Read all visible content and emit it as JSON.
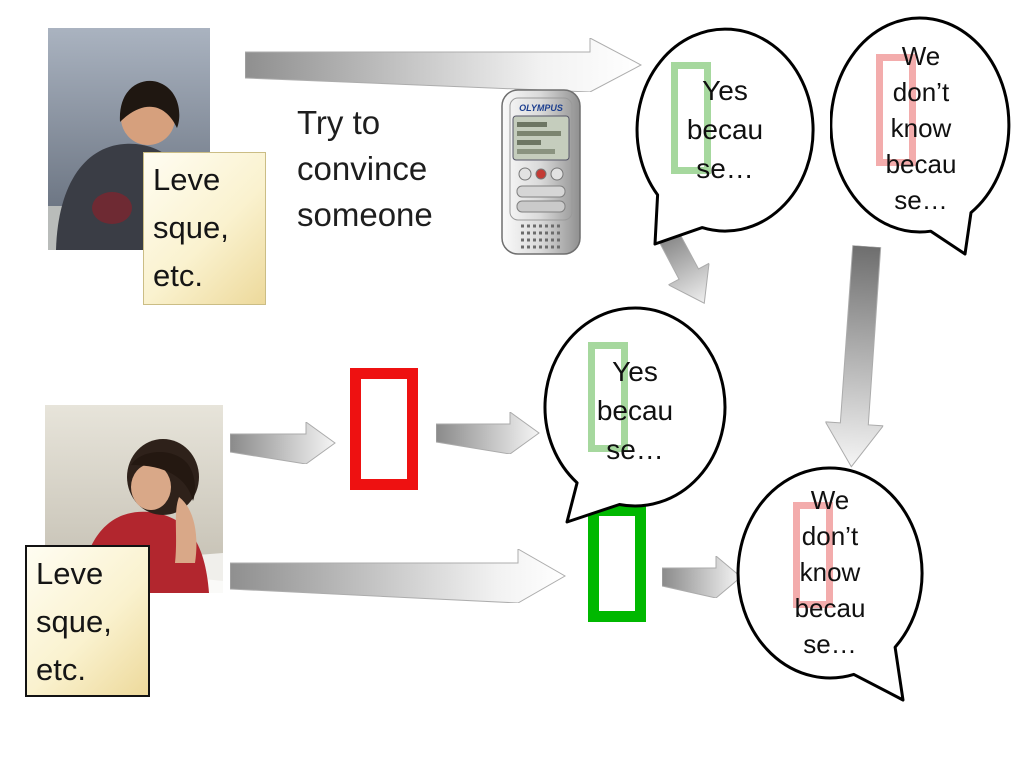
{
  "instruction": "Try to\nconvince\nsomeone",
  "notes": {
    "top": "Leve\nsque,\netc.",
    "bottom": "Leve\nsque,\netc."
  },
  "recorder": {
    "brand": "OLYMPUS"
  },
  "bubbles": {
    "yes_top": "Yes\nbecau\nse…",
    "we_top": "We\ndon’t\nknow\nbecau\nse…",
    "yes_middle": "Yes\nbecau\nse…",
    "we_bottom": "We\ndon’t\nknow\nbecau\nse…"
  },
  "colors": {
    "highlight_green": "#a6d89e",
    "highlight_pink": "#f3acac",
    "missing_glyph_red": "#ee1111",
    "missing_glyph_green": "#00b800",
    "note_fill": "#f6ecc4",
    "arrow_gray": "#8f8f8f",
    "bubble_outline": "#000000"
  }
}
